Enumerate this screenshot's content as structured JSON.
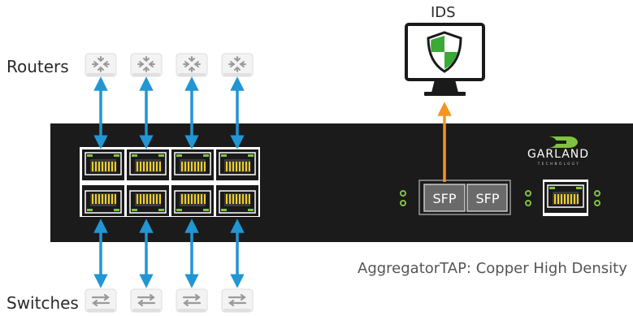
{
  "labels": {
    "routers": "Routers",
    "switches": "Switches",
    "ids": "IDS",
    "caption": "AggregatorTAP: Copper High Density"
  },
  "ports": {
    "sfp_1": "SFP",
    "sfp_2": "SFP"
  },
  "brand": {
    "name": "GARLAND",
    "tagline": "TECHNOLOGY"
  },
  "colors": {
    "chassis": "#1b1b1b",
    "link_arrow": "#2196d3",
    "monitor_arrow": "#f7941d",
    "led_green": "#7fc241",
    "led_yellow": "#f2cf1d",
    "shield_green": "#3aa935"
  },
  "icons": {
    "router": "router-icon",
    "switch": "switch-icon",
    "ids": "shield-icon"
  }
}
